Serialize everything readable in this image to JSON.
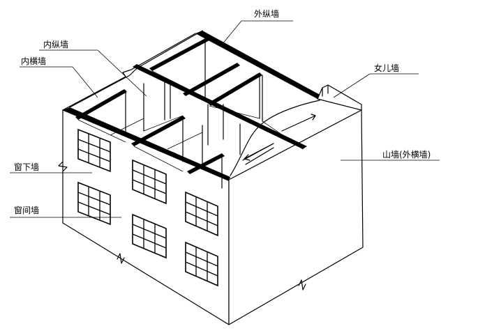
{
  "labels": {
    "outer_longitudinal": "外纵墙",
    "inner_longitudinal": "内纵墙",
    "inner_transverse": "内横墙",
    "parapet": "女儿墙",
    "gable": "山墙(外横墙)",
    "under_window": "窗下墙",
    "between_window": "窗间墙"
  },
  "colors": {
    "line": "#000000",
    "background": "#ffffff"
  }
}
